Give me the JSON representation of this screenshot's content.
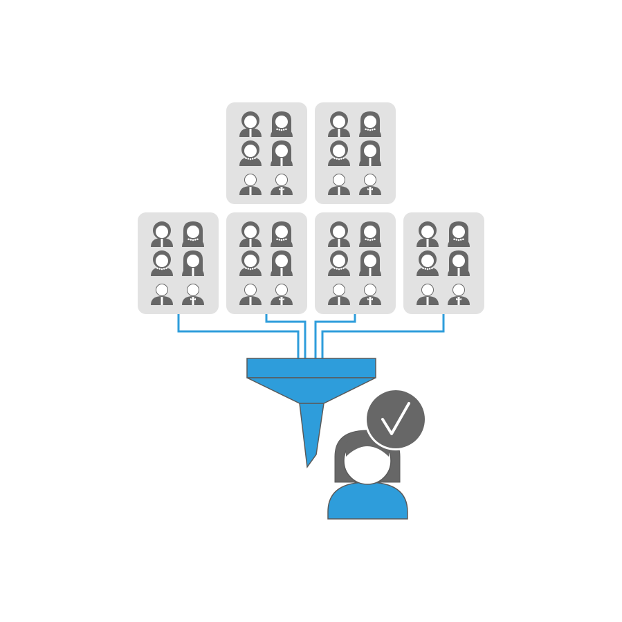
{
  "colors": {
    "accent": "#2e9ddb",
    "dark": "#676767",
    "card": "#e2e2e2",
    "outline": "#5a5a5a"
  },
  "icons": {
    "card_person": "person-icon",
    "filter": "funnel-icon",
    "selected": "check-badge-icon"
  },
  "cards": [
    {
      "row": "top",
      "people": [
        "woman-short-hair",
        "woman-long-hair-necklace",
        "woman-necklace",
        "woman-long-hair",
        "man-tie",
        "man-bowtie"
      ]
    },
    {
      "row": "top",
      "people": [
        "woman-short-hair",
        "woman-long-hair-necklace",
        "woman-necklace",
        "woman-long-hair",
        "man-tie",
        "man-bowtie"
      ]
    },
    {
      "row": "bottom",
      "people": [
        "woman-short-hair",
        "woman-long-hair-necklace",
        "woman-necklace",
        "woman-long-hair",
        "man-tie",
        "man-bowtie"
      ]
    },
    {
      "row": "bottom",
      "people": [
        "woman-short-hair",
        "woman-long-hair-necklace",
        "woman-necklace",
        "woman-long-hair",
        "man-tie",
        "man-bowtie"
      ]
    },
    {
      "row": "bottom",
      "people": [
        "woman-short-hair",
        "woman-long-hair-necklace",
        "woman-necklace",
        "woman-long-hair",
        "man-tie",
        "man-bowtie"
      ]
    },
    {
      "row": "bottom",
      "people": [
        "woman-short-hair",
        "woman-long-hair-necklace",
        "woman-necklace",
        "woman-long-hair",
        "man-tie",
        "man-bowtie"
      ]
    }
  ]
}
